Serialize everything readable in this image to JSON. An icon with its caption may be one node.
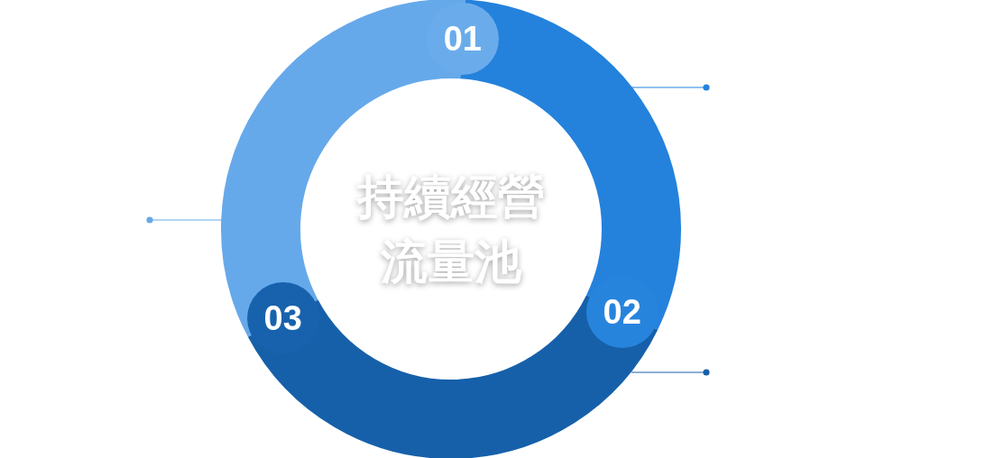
{
  "diagram": {
    "nodes": [
      {
        "text": [
          "01"
        ]
      },
      {
        "text": [
          "02"
        ]
      },
      {
        "text": [
          "03"
        ]
      },
      {
        "text": [
          "持續經營流量池"
        ]
      }
    ]
  }
}
